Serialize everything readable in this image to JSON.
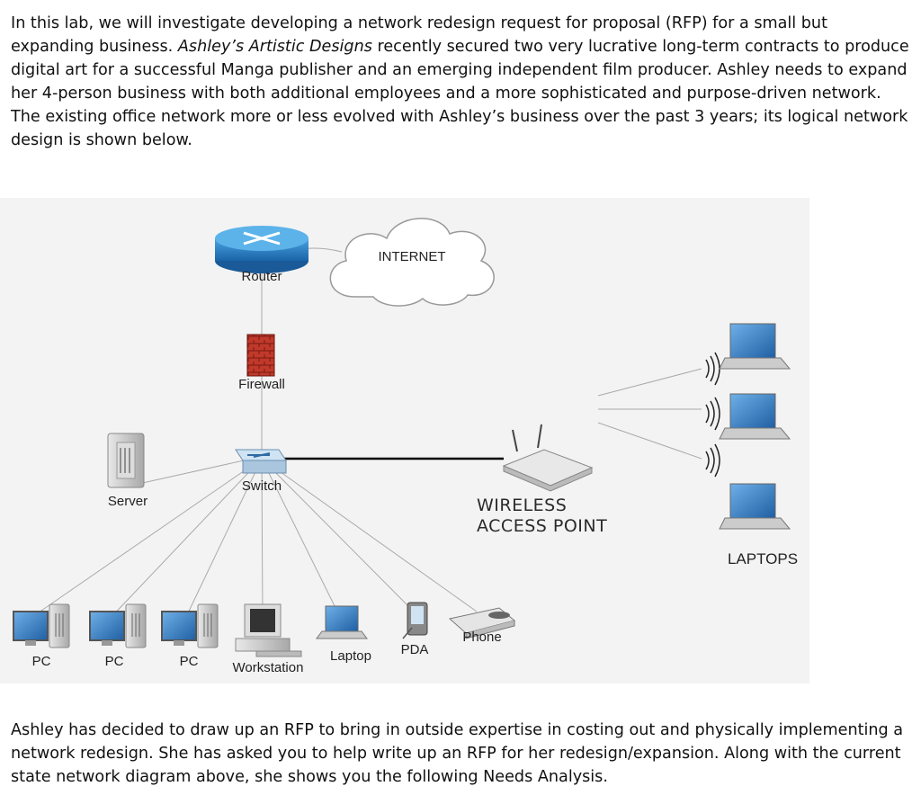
{
  "intro": {
    "before_italic": "In this lab, we will investigate developing a network redesign request for proposal (RFP) for a small but expanding business.  ",
    "italic": "Ashley’s Artistic Designs",
    "after_italic": " recently secured two very lucrative long-term contracts to produce digital art for a successful Manga publisher and an emerging independent film producer.  Ashley needs to expand her 4-person business with both additional employees and a more sophisticated and purpose-driven network.  The existing office network more or less evolved with Ashley’s business over the past 3 years; its logical network design is shown below."
  },
  "diagram": {
    "internet": "INTERNET",
    "router": "Router",
    "firewall": "Firewall",
    "switch": "Switch",
    "server": "Server",
    "wap_line1": "WIRELESS",
    "wap_line2": "ACCESS POINT",
    "laptops": "LAPTOPS",
    "pc1": "PC",
    "pc2": "PC",
    "pc3": "PC",
    "workstation": "Workstation",
    "laptop": "Laptop",
    "pda": "PDA",
    "phone": "Phone"
  },
  "closing": "Ashley has decided to draw up an RFP to bring in outside expertise in costing out and physically implementing a network redesign.  She has asked you to help write up an RFP for her redesign/expansion.  Along with the current state network diagram above, she shows you the following Needs Analysis."
}
